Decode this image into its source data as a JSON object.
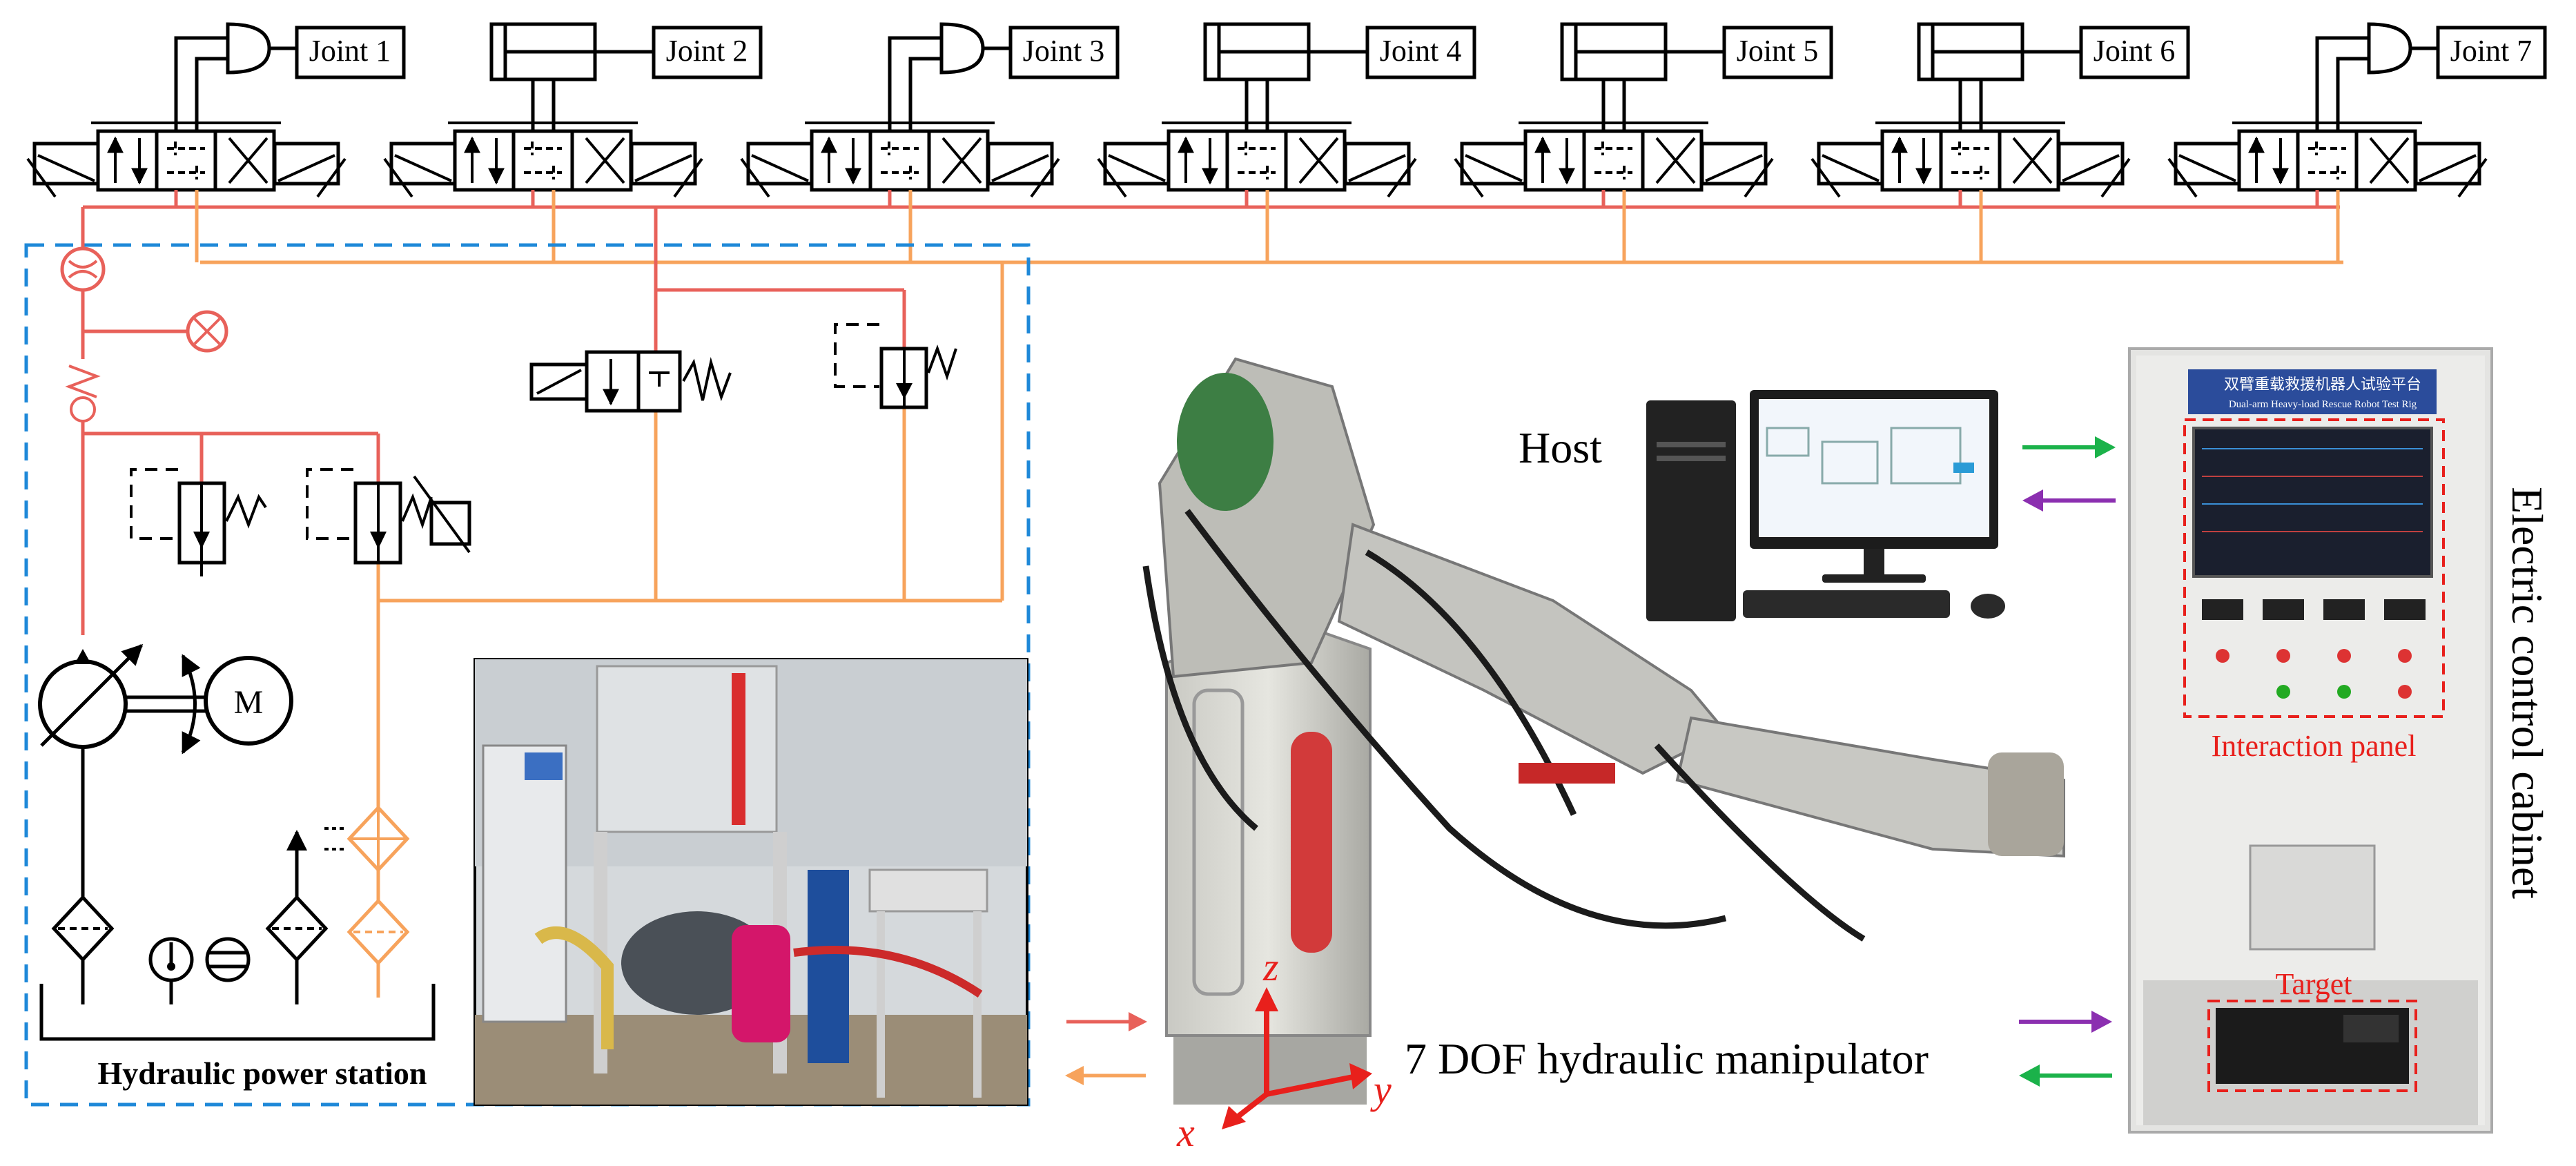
{
  "joints": [
    "Joint 1",
    "Joint 2",
    "Joint 3",
    "Joint 4",
    "Joint 5",
    "Joint 6",
    "Joint 7"
  ],
  "labels": {
    "host": "Host",
    "cabinet": "Electric control cabinet",
    "interaction_panel": "Interaction panel",
    "target": "Target",
    "manipulator": "7 DOF hydraulic manipulator",
    "power_station": "Hydraulic power station",
    "motor": "M",
    "axis_x": "x",
    "axis_y": "y",
    "axis_z": "z",
    "cabinet_header": "双臂重载救援机器人试验平台",
    "cabinet_subheader": "Dual-arm Heavy-load Rescue Robot Test Rig"
  },
  "colors": {
    "pressure_line": "#e8615a",
    "return_line": "#f7a35c",
    "box_dashed": "#1e88d8",
    "panel_dashed": "#e8201c",
    "label_red": "#e8201c",
    "arrow_green": "#1bb24a",
    "arrow_purple": "#8b2fb0",
    "arrow_red": "#e8615a",
    "arrow_orange": "#f7a35c"
  }
}
